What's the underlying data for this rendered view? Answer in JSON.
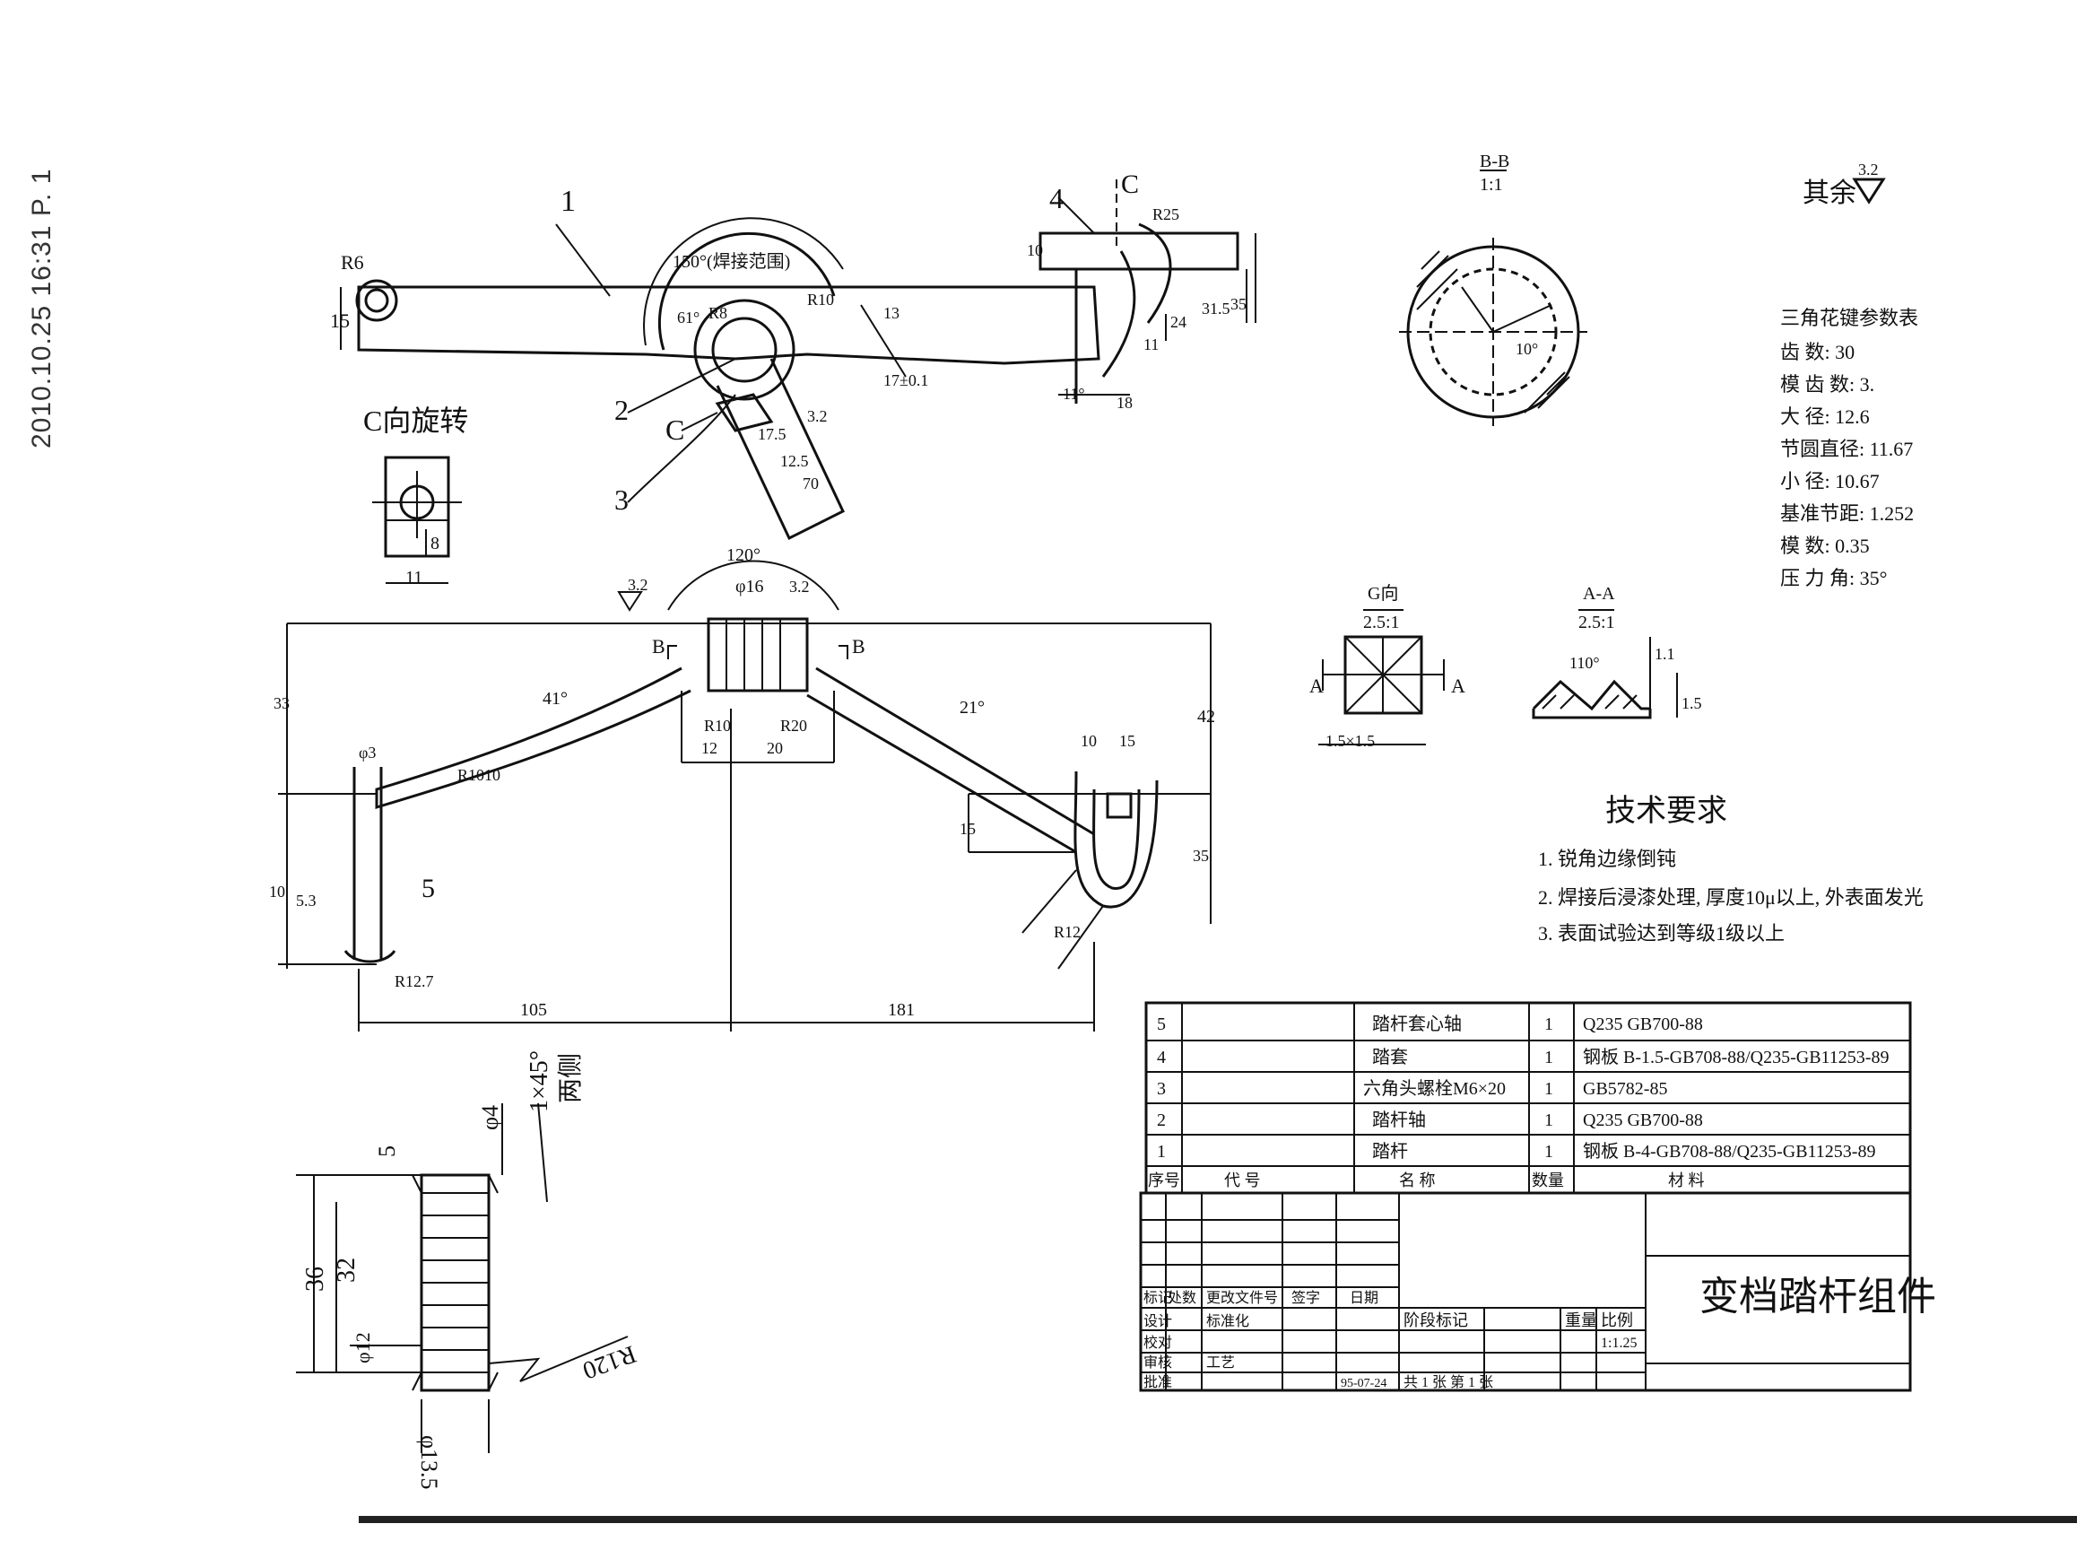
{
  "header": {
    "fax_stamp": "2010.10.25  16:31      P. 1"
  },
  "views": {
    "main_view": {
      "part_labels": [
        "1",
        "2",
        "3",
        "4",
        "C",
        "C"
      ],
      "dims": [
        "R6",
        "15",
        "150°(焊接范围)",
        "61°",
        "R8",
        "R10",
        "13",
        "17±0.1",
        "3.2",
        "17.5",
        "12.5",
        "70",
        "R25",
        "10",
        "31.5",
        "35",
        "24",
        "11",
        "11°",
        "18"
      ]
    },
    "c_rotation_view": {
      "title": "C向旋转",
      "dims": [
        "8",
        "11"
      ]
    },
    "plan_view": {
      "dims": [
        "120°",
        "φ16",
        "3.2",
        "3.2",
        "41°",
        "R1010",
        "R10",
        "R20",
        "12",
        "20",
        "21°",
        "42",
        "10",
        "15",
        "15",
        "35",
        "33",
        "5.3",
        "R12.7",
        "φ3",
        "10",
        "R12",
        "105",
        "181"
      ],
      "section_marks": [
        "B",
        "B",
        "5"
      ]
    },
    "spline_section": {
      "title": "B-B",
      "scale": "1:1",
      "angle": "10°"
    },
    "detail_g": {
      "title": "G向",
      "scale": "2.5:1",
      "dims": [
        "1.5×1.5"
      ],
      "marks": [
        "A",
        "A"
      ]
    },
    "section_aa": {
      "title": "A-A",
      "scale": "2.5:1",
      "dims": [
        "110°",
        "1.1",
        "1.5"
      ]
    },
    "thread_detail": {
      "dims": [
        "1×45°",
        "两侧",
        "φ4",
        "5",
        "36",
        "32",
        "φ12",
        "R120",
        "φ13.5"
      ]
    }
  },
  "surface_finish": {
    "label": "其余",
    "value": "3.2"
  },
  "spline_params": {
    "title": "三角花键参数表",
    "rows": [
      "齿    数: 30",
      "模 齿 数: 3.",
      "大    径: 12.6",
      "节圆直径: 11.67",
      "小    径: 10.67",
      "基准节距: 1.252",
      "模    数: 0.35",
      "压 力 角: 35°"
    ]
  },
  "tech_requirements": {
    "title": "技术要求",
    "items": [
      "1. 锐角边缘倒钝",
      "2. 焊接后浸漆处理, 厚度10μ以上, 外表面发光",
      "3. 表面试验达到等级1级以上"
    ]
  },
  "bom": {
    "header": [
      "序号",
      "代    号",
      "名    称",
      "数量",
      "材    料"
    ],
    "rows": [
      [
        "5",
        "",
        "踏杆套心轴",
        "1",
        "Q235  GB700-88"
      ],
      [
        "4",
        "",
        "踏套",
        "1",
        "钢板  B-1.5-GB708-88/Q235-GB11253-89"
      ],
      [
        "3",
        "",
        "六角头螺栓M6×20",
        "1",
        "GB5782-85"
      ],
      [
        "2",
        "",
        "踏杆轴",
        "1",
        "Q235  GB700-88"
      ],
      [
        "1",
        "",
        "踏杆",
        "1",
        "钢板  B-4-GB708-88/Q235-GB11253-89"
      ]
    ]
  },
  "title_block": {
    "title": "变档踏杆组件",
    "change_header": [
      "标记",
      "处数",
      "更改文件号",
      "签字",
      "日期"
    ],
    "role_labels": [
      "设计",
      "标准化",
      "校对",
      "审核",
      "工艺",
      "批准"
    ],
    "stage_label": "阶段标记",
    "weight_label": "重量",
    "ratio_label": "比例",
    "ratio": "1:1.25",
    "sheets": "共  1  张    第  1  张",
    "date": "95-07-24"
  }
}
